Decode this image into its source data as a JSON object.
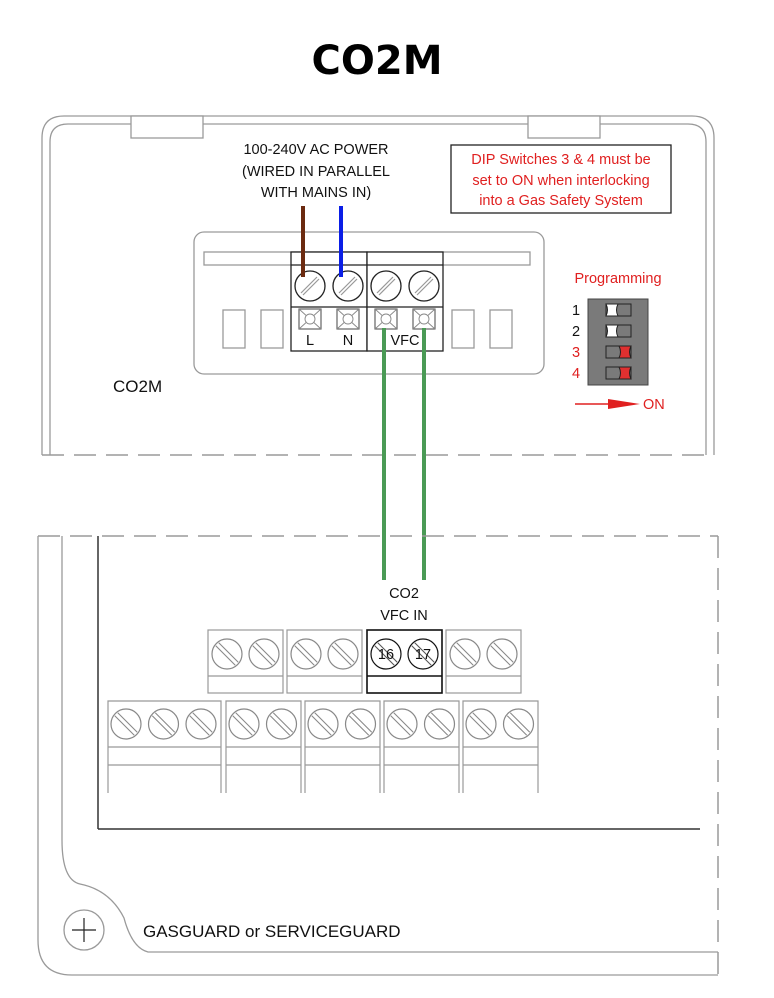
{
  "title": "CO2M",
  "co2m_unit": {
    "label": "CO2M",
    "power_label_lines": [
      "100-240V AC POWER",
      "(WIRED IN PARALLEL",
      "WITH MAINS IN)"
    ],
    "terminal_labels": [
      "L",
      "N",
      "VFC"
    ],
    "wire_colors": {
      "live": "#6b2a10",
      "neutral": "#0a1ee6",
      "vfc": "#4a9a55"
    }
  },
  "warning": {
    "lines": [
      "DIP Switches 3 & 4 must be",
      "set to ON when interlocking",
      "into a Gas Safety System"
    ],
    "color": "#e02020"
  },
  "programming": {
    "title": "Programming",
    "switches": [
      {
        "number": "1",
        "state": "off"
      },
      {
        "number": "2",
        "state": "off"
      },
      {
        "number": "3",
        "state": "on"
      },
      {
        "number": "4",
        "state": "on"
      }
    ],
    "on_label": "ON"
  },
  "controller": {
    "label": "GASGUARD or SERVICEGUARD",
    "input_label_lines": [
      "CO2",
      "VFC IN"
    ],
    "terminal_numbers": [
      "16",
      "17"
    ]
  }
}
